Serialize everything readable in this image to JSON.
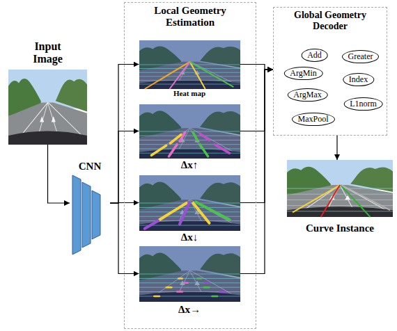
{
  "diagram": {
    "nodes": [
      {
        "text": [
          "Input Image"
        ]
      },
      {
        "text": [
          "CNN"
        ]
      },
      {
        "text": [
          "Local Geometry Estimation"
        ]
      },
      {
        "text": [
          "Heat map"
        ],
        "in": 2
      },
      {
        "text": [
          "Δx↑"
        ],
        "in": 2
      },
      {
        "text": [
          "Δx↓"
        ],
        "in": 2
      },
      {
        "text": [
          "Δx→"
        ],
        "in": 2
      },
      {
        "text": [
          "Global Geometry Decoder"
        ]
      },
      {
        "text": [
          "Add"
        ],
        "in": 7
      },
      {
        "text": [
          "Greater"
        ],
        "in": 7
      },
      {
        "text": [
          "ArgMin"
        ],
        "in": 7
      },
      {
        "text": [
          "Index"
        ],
        "in": 7
      },
      {
        "text": [
          "ArgMax"
        ],
        "in": 7
      },
      {
        "text": [
          "L1norm"
        ],
        "in": 7
      },
      {
        "text": [
          "MaxPool"
        ],
        "in": 7
      },
      {
        "text": [
          "Curve Instance"
        ]
      }
    ],
    "edges": [
      {
        "from": 0,
        "to": 1,
        "arrow": "to"
      },
      {
        "from": 1,
        "to": 3,
        "arrow": "to"
      },
      {
        "from": 1,
        "to": 4,
        "arrow": "to"
      },
      {
        "from": 1,
        "to": 5,
        "arrow": "to"
      },
      {
        "from": 1,
        "to": 6,
        "arrow": "to"
      },
      {
        "from": 3,
        "to": 7,
        "arrow": "to"
      },
      {
        "from": 4,
        "to": 7,
        "arrow": "to"
      },
      {
        "from": 5,
        "to": 7,
        "arrow": "to"
      },
      {
        "from": 6,
        "to": 7,
        "arrow": "to"
      },
      {
        "from": 7,
        "to": 15,
        "arrow": "to"
      }
    ]
  }
}
